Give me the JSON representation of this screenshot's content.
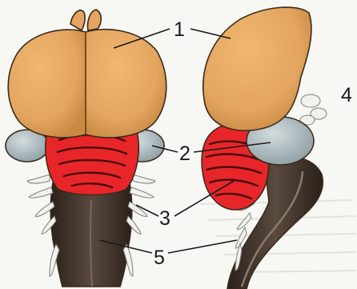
{
  "figure": {
    "colors": {
      "background": "#f7f7f4",
      "hemisphere": "#e3a55f",
      "hemisphere_shade": "#c98a44",
      "midbrain_lobe": "#a9b7ba",
      "cerebellum": "#e8262a",
      "cerebellum_fold": "#4a0a0a",
      "medulla": "#3a2d25",
      "medulla_highlight": "#7a6a5c",
      "nerve": "#f1f1ee"
    },
    "labels": {
      "l1": "1",
      "l2": "2",
      "l3": "3",
      "l4": "4",
      "l5": "5"
    }
  }
}
